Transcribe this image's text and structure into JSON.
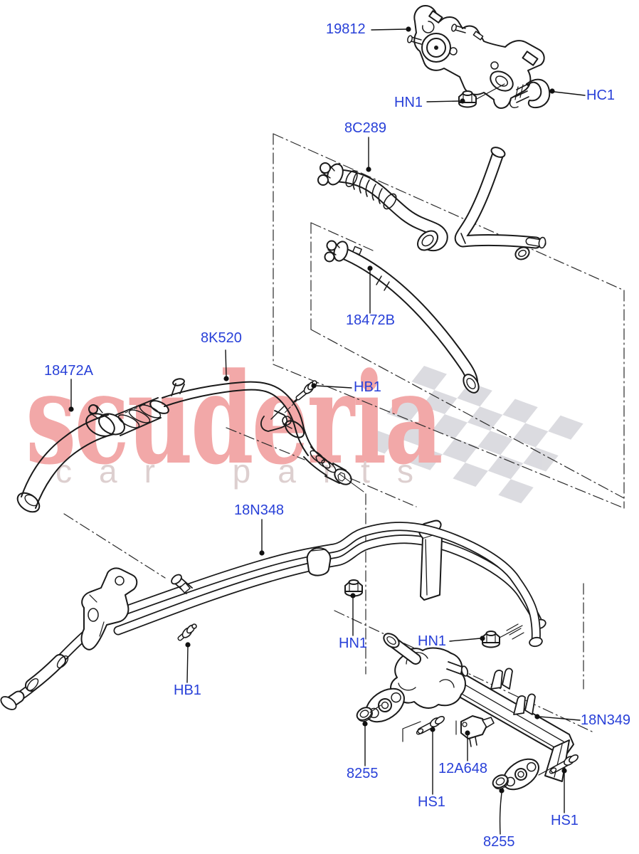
{
  "watermark": {
    "brand": "scuderia",
    "tagline": "car parts"
  },
  "colors": {
    "label_blue": "#2840d8",
    "line_black": "#1a1a1a",
    "watermark_brand_pink": "#f2a8a8",
    "watermark_tagline_gray": "#ddcfcf",
    "flag_gray": "#d8d8dd",
    "background": "#ffffff"
  },
  "labels": [
    {
      "id": "19812",
      "text": "19812"
    },
    {
      "id": "hn1-a",
      "text": "HN1"
    },
    {
      "id": "hc1",
      "text": "HC1"
    },
    {
      "id": "8c289",
      "text": "8C289"
    },
    {
      "id": "18472b",
      "text": "18472B"
    },
    {
      "id": "8k520",
      "text": "8K520"
    },
    {
      "id": "18472a",
      "text": "18472A"
    },
    {
      "id": "hb1-a",
      "text": "HB1"
    },
    {
      "id": "18n348",
      "text": "18N348"
    },
    {
      "id": "hn1-b",
      "text": "HN1"
    },
    {
      "id": "hn1-c",
      "text": "HN1"
    },
    {
      "id": "hb1-b",
      "text": "HB1"
    },
    {
      "id": "18n349",
      "text": "18N349"
    },
    {
      "id": "8255-a",
      "text": "8255"
    },
    {
      "id": "12a648",
      "text": "12A648"
    },
    {
      "id": "hs1-a",
      "text": "HS1"
    },
    {
      "id": "8255-b",
      "text": "8255"
    },
    {
      "id": "hs1-b",
      "text": "HS1"
    }
  ]
}
